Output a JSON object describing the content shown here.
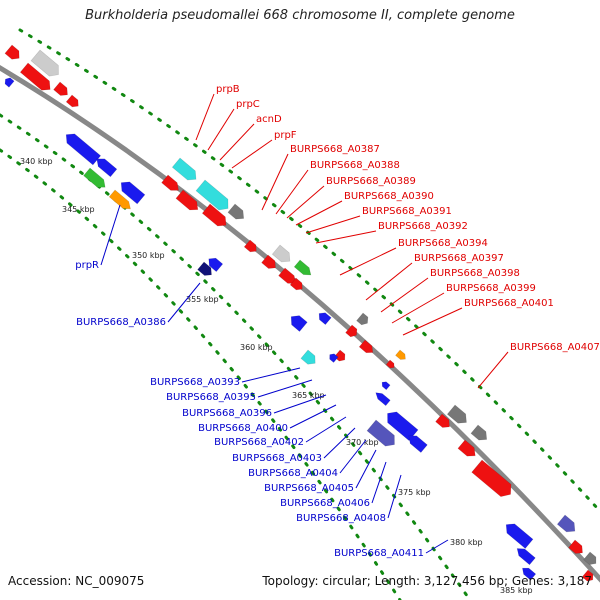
{
  "title": "Burkholderia pseudomallei 668 chromosome II, complete genome",
  "footer": {
    "accession": "Accession: NC_009075",
    "summary": "Topology: circular; Length: 3,127,456 bp; Genes: 3,187"
  },
  "colors": {
    "forward": "#ee1111",
    "reverse": "#1a1aee",
    "cyan": "#33dddd",
    "green": "#33bb33",
    "orange": "#ff9900",
    "gray": "#777777",
    "lightgray": "#cccccc",
    "navy": "#111177",
    "purple": "#5555bb",
    "backbone": "#888888",
    "dots": "#118811"
  },
  "ticks": [
    "340 kbp",
    "345 kbp",
    "350 kbp",
    "355 kbp",
    "360 kbp",
    "365 kbp",
    "370 kbp",
    "375 kbp",
    "380 kbp",
    "385 kbp"
  ],
  "labels_forward": [
    "prpB",
    "prpC",
    "acnD",
    "prpF",
    "BURPS668_A0387",
    "BURPS668_A0388",
    "BURPS668_A0389",
    "BURPS668_A0390",
    "BURPS668_A0391",
    "BURPS668_A0392",
    "BURPS668_A0394",
    "BURPS668_A0397",
    "BURPS668_A0398",
    "BURPS668_A0399",
    "BURPS668_A0401",
    "BURPS668_A0407"
  ],
  "labels_reverse": [
    "prpR",
    "BURPS668_A0386",
    "BURPS668_A0393",
    "BURPS668_A0395",
    "BURPS668_A0396",
    "BURPS668_A0400",
    "BURPS668_A0402",
    "BURPS668_A0403",
    "BURPS668_A0404",
    "BURPS668_A0405",
    "BURPS668_A0406",
    "BURPS668_A0408",
    "BURPS668_A0411"
  ]
}
